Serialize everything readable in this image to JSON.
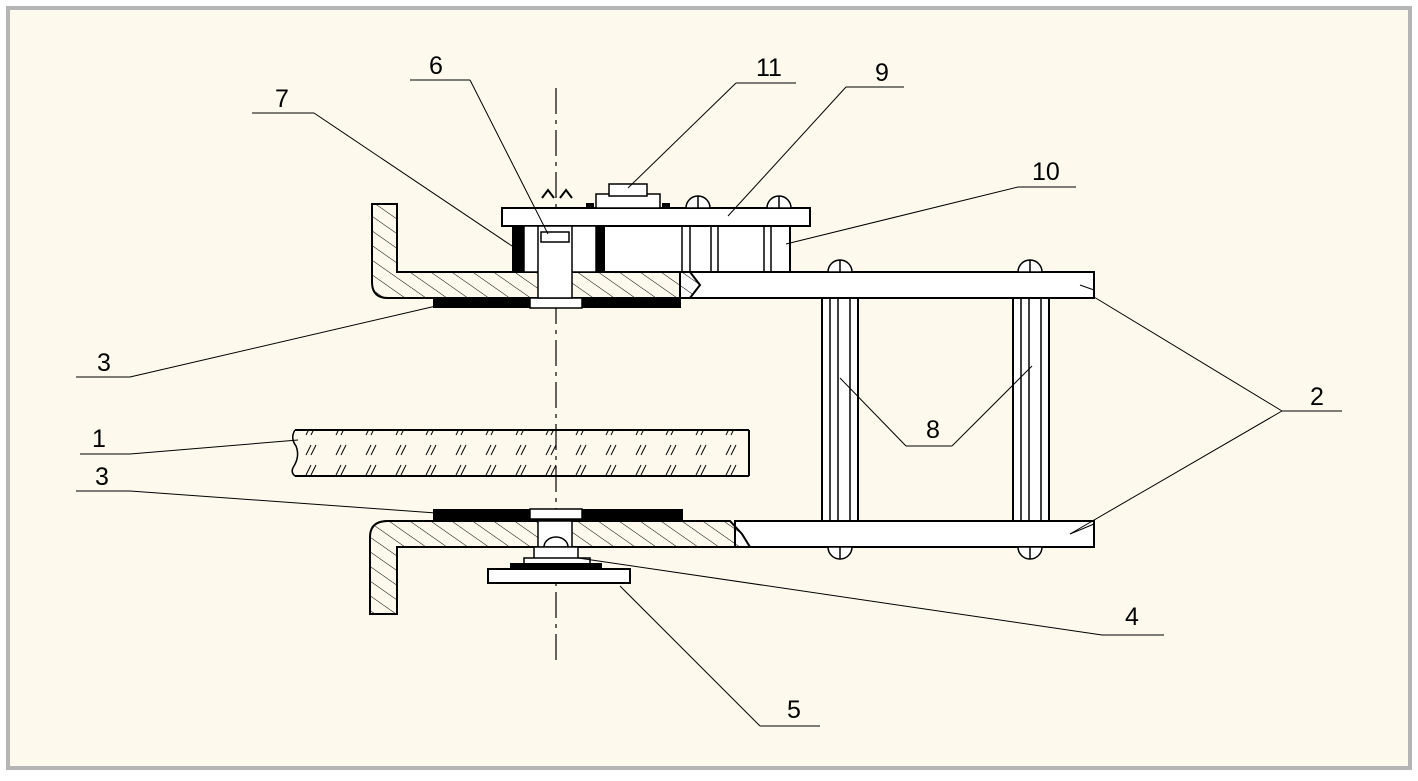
{
  "title": "Technical drawing - sectional view of mounting assembly",
  "colors": {
    "background": "#fdf9ec",
    "border": "#b5b5b5",
    "stroke": "#000000",
    "fill_part": "#ffffff"
  },
  "labels": {
    "l1": "1",
    "l2": "2",
    "l3_top": "3",
    "l3_bottom": "3",
    "l4": "4",
    "l5": "5",
    "l6": "6",
    "l7": "7",
    "l8": "8",
    "l9": "9",
    "l10": "10",
    "l11": "11"
  }
}
